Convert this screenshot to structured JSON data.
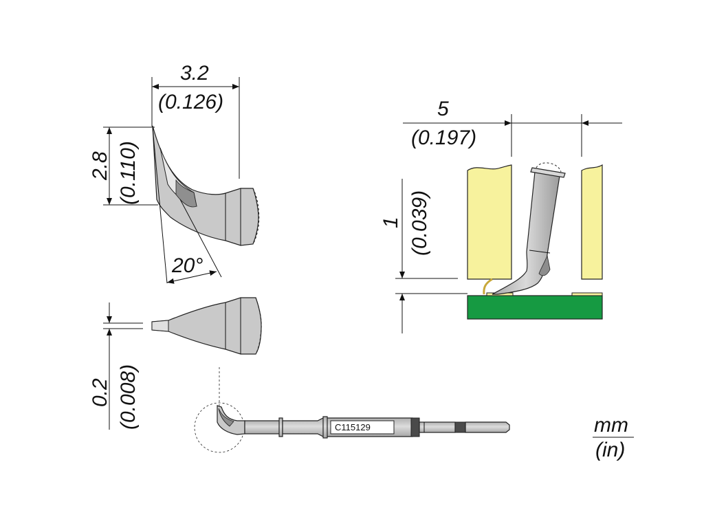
{
  "dimensions": {
    "width_mm": "3.2",
    "width_in": "(0.126)",
    "height_mm": "2.8",
    "height_in": "(0.110)",
    "angle": "20°",
    "tip_mm": "0.2",
    "tip_in": "(0.008)",
    "gap_mm": "5",
    "gap_in": "(0.197)",
    "offset_mm": "1",
    "offset_in": "(0.039)"
  },
  "part_code": "C115129",
  "units": {
    "primary": "mm",
    "secondary": "(in)"
  },
  "colors": {
    "component_yellow": "#f7f29d",
    "board_green": "#169a42",
    "metal": "#c9c9c9"
  }
}
